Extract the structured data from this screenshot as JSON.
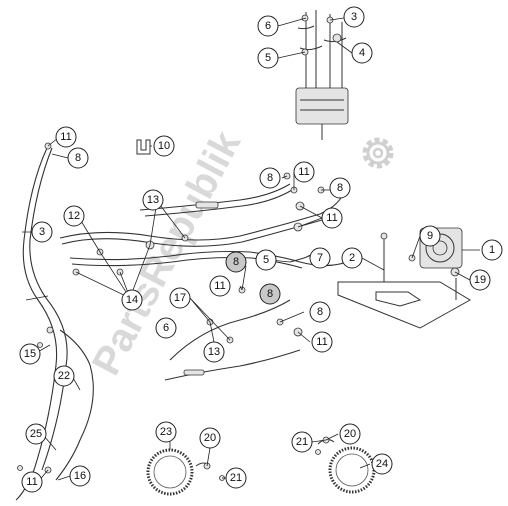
{
  "watermark": {
    "text": "PartsRepublik",
    "color": "#d9d9d9",
    "gear_icon": "gear-icon"
  },
  "callouts": [
    {
      "id": "c1",
      "label": "1",
      "shaded": false
    },
    {
      "id": "c2",
      "label": "2",
      "shaded": false
    },
    {
      "id": "c3a",
      "label": "3",
      "shaded": false
    },
    {
      "id": "c3b",
      "label": "3",
      "shaded": false
    },
    {
      "id": "c4",
      "label": "4",
      "shaded": false
    },
    {
      "id": "c5a",
      "label": "5",
      "shaded": false
    },
    {
      "id": "c5b",
      "label": "5",
      "shaded": false
    },
    {
      "id": "c6a",
      "label": "6",
      "shaded": false
    },
    {
      "id": "c6b",
      "label": "6",
      "shaded": false
    },
    {
      "id": "c7",
      "label": "7",
      "shaded": false
    },
    {
      "id": "c8a",
      "label": "8",
      "shaded": false
    },
    {
      "id": "c8b",
      "label": "8",
      "shaded": false
    },
    {
      "id": "c8c",
      "label": "8",
      "shaded": false
    },
    {
      "id": "c8d",
      "label": "8",
      "shaded": true
    },
    {
      "id": "c8e",
      "label": "8",
      "shaded": true
    },
    {
      "id": "c8f",
      "label": "8",
      "shaded": false
    },
    {
      "id": "c9",
      "label": "9",
      "shaded": false
    },
    {
      "id": "c10",
      "label": "10",
      "shaded": false
    },
    {
      "id": "c11a",
      "label": "11",
      "shaded": false
    },
    {
      "id": "c11b",
      "label": "11",
      "shaded": false
    },
    {
      "id": "c11c",
      "label": "11",
      "shaded": false
    },
    {
      "id": "c11d",
      "label": "11",
      "shaded": false
    },
    {
      "id": "c11e",
      "label": "11",
      "shaded": false
    },
    {
      "id": "c11f",
      "label": "11",
      "shaded": false
    },
    {
      "id": "c12",
      "label": "12",
      "shaded": false
    },
    {
      "id": "c13a",
      "label": "13",
      "shaded": false
    },
    {
      "id": "c13b",
      "label": "13",
      "shaded": false
    },
    {
      "id": "c14",
      "label": "14",
      "shaded": false
    },
    {
      "id": "c15",
      "label": "15",
      "shaded": false
    },
    {
      "id": "c16",
      "label": "16",
      "shaded": false
    },
    {
      "id": "c17",
      "label": "17",
      "shaded": false
    },
    {
      "id": "c19",
      "label": "19",
      "shaded": false
    },
    {
      "id": "c20a",
      "label": "20",
      "shaded": false
    },
    {
      "id": "c20b",
      "label": "20",
      "shaded": false
    },
    {
      "id": "c21a",
      "label": "21",
      "shaded": false
    },
    {
      "id": "c21b",
      "label": "21",
      "shaded": false
    },
    {
      "id": "c22",
      "label": "22",
      "shaded": false
    },
    {
      "id": "c23",
      "label": "23",
      "shaded": false
    },
    {
      "id": "c24",
      "label": "24",
      "shaded": false
    },
    {
      "id": "c25",
      "label": "25",
      "shaded": false
    }
  ]
}
